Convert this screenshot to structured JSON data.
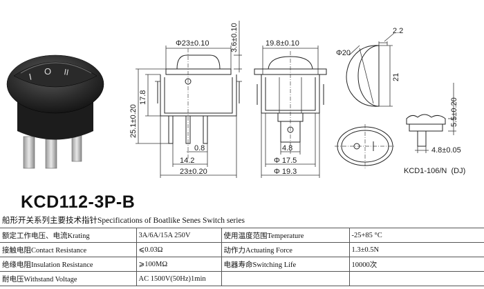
{
  "model": "KCD112-3P-B",
  "variant_label": "KCD1-106/N  (DJ)",
  "dimensions": {
    "top_width": "Φ23±0.10",
    "height_above_panel": "3.6±0.10",
    "total_height": "25.1±0.20",
    "body_height": "17.8",
    "pin_thickness": "0.8",
    "pin_pitch": "14.2",
    "bottom_width": "23±0.20",
    "side_top_width": "19.8±0.10",
    "pin_width": "4.8",
    "side_diameter_inner": "Φ 17.5",
    "side_diameter_outer": "Φ 19.3",
    "rocker_offset": "2.2",
    "rocker_diameter": "Φ20",
    "rocker_height": "21",
    "small_height": "5.5±0.20",
    "small_width": "4.8±0.05"
  },
  "specs": {
    "heading": "船形开关系列主要技术指针Specifications of Boatlike Senes Switch series",
    "rows": [
      {
        "label1": "额定工作电压、电流Krating",
        "value1": "3A/6A/15A 250V",
        "label2": "使用温度范围Temperature",
        "value2": "-25+85 °C"
      },
      {
        "label1": "接触电阻Contact Resistance",
        "value1": "⩽0.03Ω",
        "label2": "动作力Actuating Force",
        "value2": "1.3±0.5N"
      },
      {
        "label1": "绝缘电阻Insulation Resistance",
        "value1": "⩾100MΩ",
        "label2": "电器寿命Switching Life",
        "value2": "10000次"
      },
      {
        "label1": "耐电压Withstand Voltage",
        "value1": "AC 1500V(50Hz)1min",
        "label2": "",
        "value2": ""
      }
    ]
  }
}
